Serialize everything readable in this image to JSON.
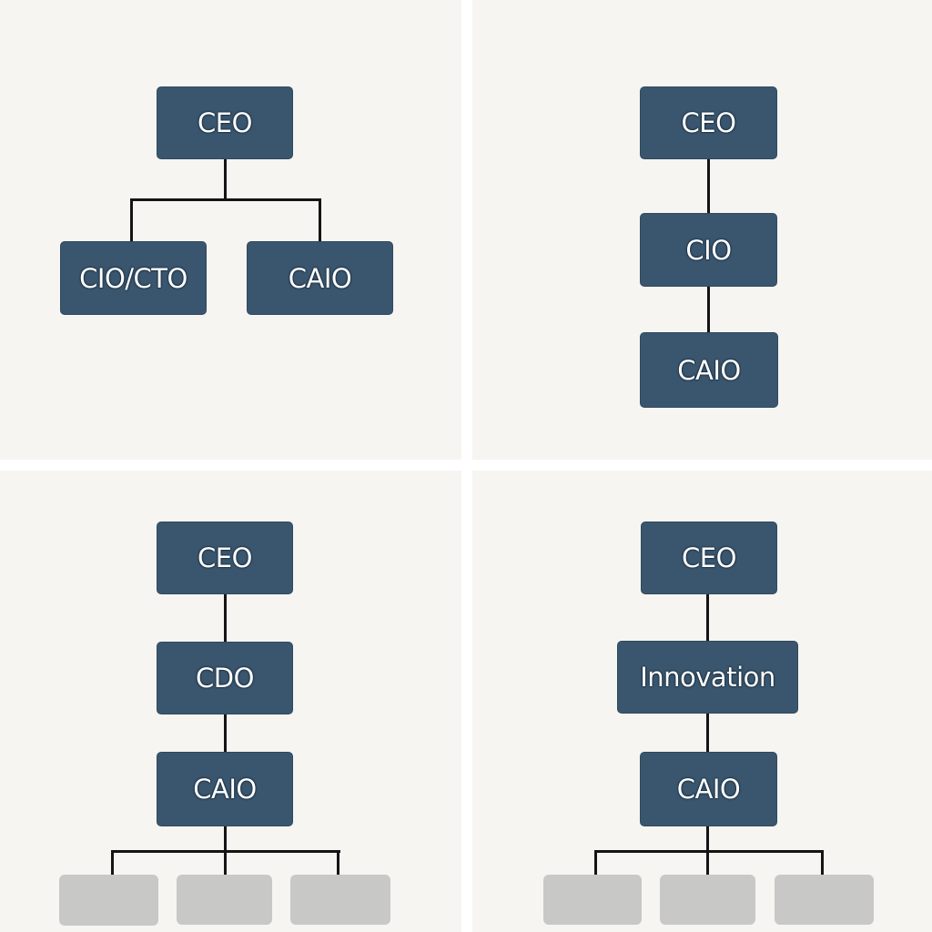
{
  "colors": {
    "node_fill": "#3a566e",
    "node_text": "#ffffff",
    "placeholder_fill": "#c8c8c7",
    "connector": "#141414",
    "panel_background": "#f6f5f1"
  },
  "panels": [
    {
      "layout": "CEO with two parallel direct reports",
      "nodes": {
        "root": "CEO",
        "left": "CIO/CTO",
        "right": "CAIO"
      }
    },
    {
      "layout": "linear chain",
      "nodes": {
        "top": "CEO",
        "middle": "CIO",
        "bottom": "CAIO"
      }
    },
    {
      "layout": "linear chain with three unlabeled teams",
      "nodes": {
        "top": "CEO",
        "middle": "CDO",
        "bottom": "CAIO"
      },
      "placeholder_count": 3
    },
    {
      "layout": "linear chain with three unlabeled teams",
      "nodes": {
        "top": "CEO",
        "middle": "Innovation",
        "bottom": "CAIO"
      },
      "placeholder_count": 3
    }
  ]
}
